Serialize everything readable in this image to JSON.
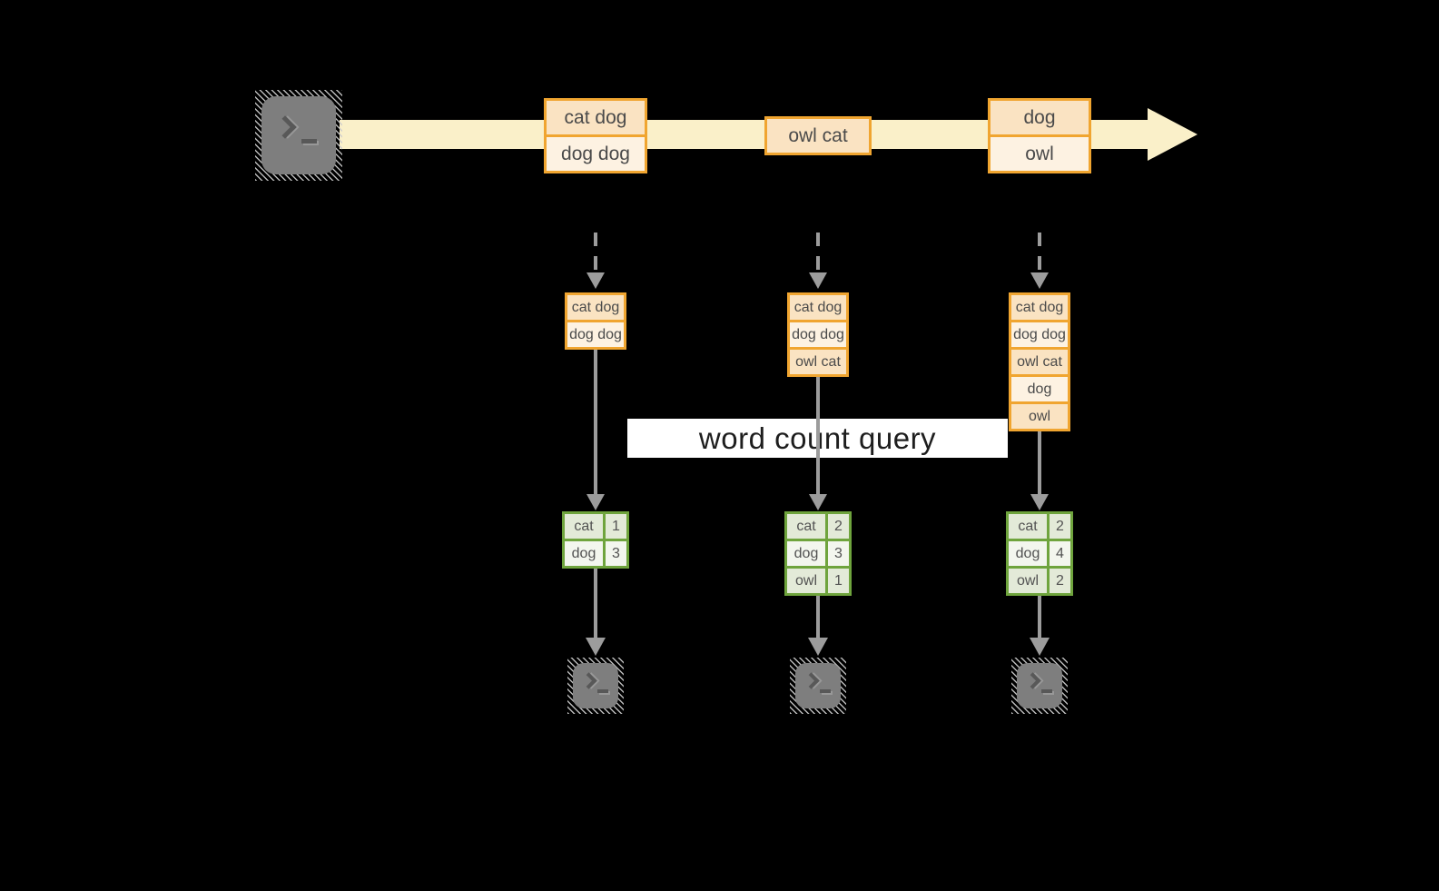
{
  "query_label": "word count query",
  "colors": {
    "background": "#000000",
    "stream_band": "#FAF0C9",
    "orange_border": "#F0A530",
    "orange_cell_dark": "#FAE3C2",
    "orange_cell_light": "#FDF2E2",
    "green_border": "#6FA43D",
    "green_cell_dark": "#E3EAD8",
    "green_cell_light": "#F3F6EE",
    "arrow_gray": "#9C9C9C",
    "terminal_gray": "#7E7E7E",
    "label_background": "#FFFFFF"
  },
  "stream": {
    "source_icon": "terminal-icon",
    "batches": [
      {
        "lines": [
          "cat dog",
          "dog dog"
        ]
      },
      {
        "lines": [
          "owl cat"
        ]
      },
      {
        "lines": [
          "dog",
          "owl"
        ]
      }
    ]
  },
  "columns": [
    {
      "state": [
        "cat dog",
        "dog dog"
      ],
      "counts": [
        {
          "word": "cat",
          "count": "1"
        },
        {
          "word": "dog",
          "count": "3"
        }
      ],
      "sink_icon": "terminal-icon"
    },
    {
      "state": [
        "cat dog",
        "dog dog",
        "owl cat"
      ],
      "counts": [
        {
          "word": "cat",
          "count": "2"
        },
        {
          "word": "dog",
          "count": "3"
        },
        {
          "word": "owl",
          "count": "1"
        }
      ],
      "sink_icon": "terminal-icon"
    },
    {
      "state": [
        "cat dog",
        "dog dog",
        "owl cat",
        "dog",
        "owl"
      ],
      "counts": [
        {
          "word": "cat",
          "count": "2"
        },
        {
          "word": "dog",
          "count": "4"
        },
        {
          "word": "owl",
          "count": "2"
        }
      ],
      "sink_icon": "terminal-icon"
    }
  ]
}
